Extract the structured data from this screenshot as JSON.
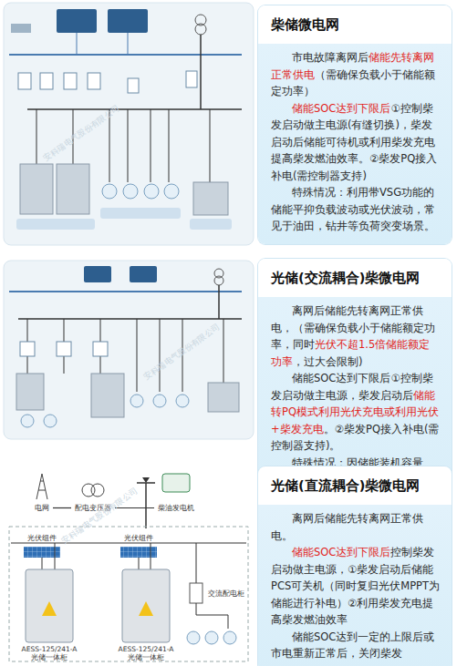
{
  "diagram": {
    "nodes": [
      {
        "text": [
          "柴储微电网",
          "市电故障离网后",
          "储能先转离网正常供电",
          "（需确保负载小于储能额定功率）",
          "储能SOC达到下限后",
          "①控制柴发启动做主电源(有缝切换)，柴发启动后储能可待机或利用柴发充电提高柴发燃油效率。②柴发PQ接入补电(需控制器支持)",
          "特殊情况：利用带VSG功能的储能平抑负载波动或光伏波动，常见于油田，钻井等负荷突变场景。"
        ]
      },
      {
        "text": [
          "光储(交流耦合)柴微电网",
          "离网后储能先转离网正常供电，（需确保负载小于储能额定功率，同时",
          "光伏不超1.5倍储能额定功率",
          "，过大会限制)",
          "储能SOC达到下限后①控制柴发启动做主电源，柴发启动后",
          "储能转PQ模式利用光伏充电或利用光伏+柴发充电",
          "。②柴发PQ接入补电(需控制器支持)。",
          "特殊情况：因储能装机容量小，离网后直接需要启动柴发做主电源。"
        ]
      },
      {
        "text": [
          "光储(直流耦合)柴微电网",
          "离网后储能先转离网正常供电。",
          "储能SOC达到下限后",
          "控制柴发启动做主电源，①柴发启动后储能PCS可关机（同时复归光伏MPPT为储能进行补电）②利用柴发充电提高柴发燃油效率",
          "储能SOC达到一定的上限后或市电重新正常后，关闭柴发"
        ]
      },
      {
        "text": [
          "电网"
        ]
      },
      {
        "text": [
          "配电变压器"
        ]
      },
      {
        "text": [
          "柴油发电机"
        ]
      },
      {
        "text": [
          "光伏组件"
        ]
      },
      {
        "text": [
          "光伏组件"
        ]
      },
      {
        "text": [
          "AESS-125/241-A 光储一体柜"
        ]
      },
      {
        "text": [
          "AESS-125/241-A 光储一体柜"
        ]
      },
      {
        "text": [
          "交流配电柜"
        ]
      }
    ],
    "edges": [
      {
        "from": 3,
        "to": 4,
        "arrow": "none"
      },
      {
        "from": 4,
        "to": 5,
        "arrow": "none"
      }
    ],
    "labels": [
      "安科瑞电气股份有限公司",
      "安科瑞电气股份有限公司",
      "安科瑞电气股份有限公司"
    ]
  }
}
